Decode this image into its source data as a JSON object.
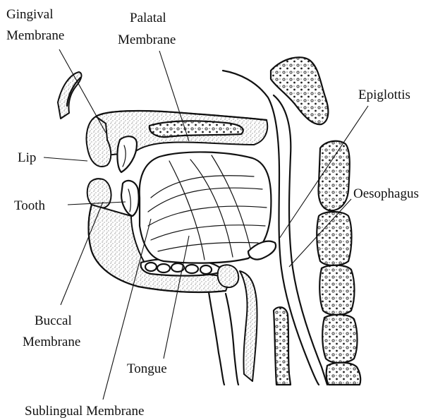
{
  "labels": {
    "gingival_line1": "Gingival",
    "gingival_line2": "Membrane",
    "palatal_line1": "Palatal",
    "palatal_line2": "Membrane",
    "epiglottis": "Epiglottis",
    "lip": "Lip",
    "oesophagus": "Oesophagus",
    "tooth": "Tooth",
    "buccal_line1": "Buccal",
    "buccal_line2": "Membrane",
    "tongue": "Tongue",
    "sublingual": "Sublingual Membrane"
  }
}
